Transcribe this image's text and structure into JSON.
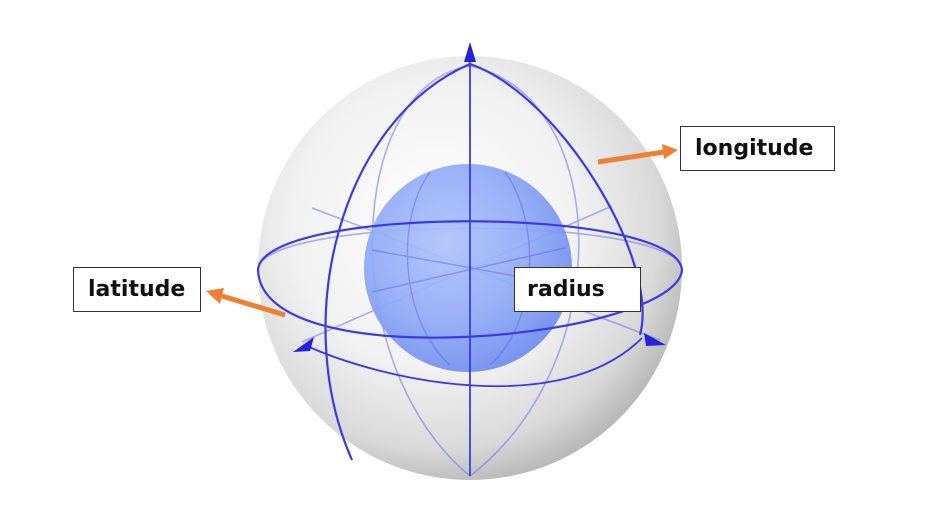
{
  "diagram": {
    "labels": {
      "longitude": "longitude",
      "latitude": "latitude",
      "radius": "radius"
    },
    "colors": {
      "grid_lines": "#3a3ae6",
      "inner_sphere": "#7f9ff5",
      "outer_sphere": "#d8d8d8",
      "arrows": "#ee7f33",
      "label_border": "#333333"
    }
  }
}
